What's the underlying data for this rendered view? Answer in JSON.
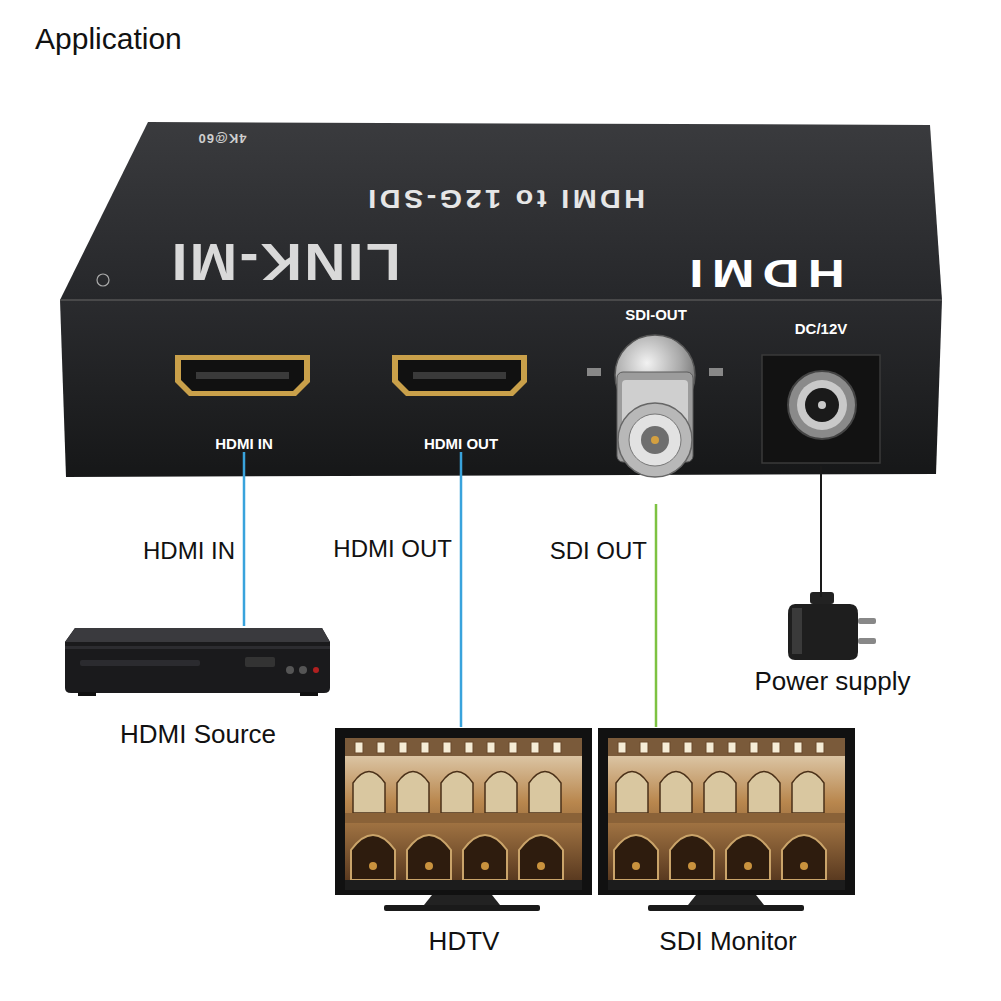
{
  "diagram": {
    "title": "Application",
    "nodes": [
      {
        "text": [
          "HDMI to 12G-SDI",
          "LINK-MI",
          "4K@60",
          "HDMI"
        ]
      },
      {
        "text": [
          "HDMI IN"
        ],
        "in": 0
      },
      {
        "text": [
          "HDMI OUT"
        ],
        "in": 0
      },
      {
        "text": [
          "SDI-OUT"
        ],
        "in": 0
      },
      {
        "text": [
          "DC/12V"
        ],
        "in": 0
      },
      {
        "text": [
          "HDMI Source"
        ]
      },
      {
        "text": [
          "HDTV"
        ]
      },
      {
        "text": [
          "SDI Monitor"
        ]
      },
      {
        "text": [
          "Power supply"
        ]
      }
    ],
    "edges": [
      {
        "from": 1,
        "to": 5,
        "arrow": "none",
        "label": "HDMI IN"
      },
      {
        "from": 2,
        "to": 6,
        "arrow": "none",
        "label": "HDMI OUT"
      },
      {
        "from": 3,
        "to": 7,
        "arrow": "none",
        "label": "SDI OUT"
      },
      {
        "from": 4,
        "to": 8,
        "arrow": "none"
      }
    ]
  }
}
